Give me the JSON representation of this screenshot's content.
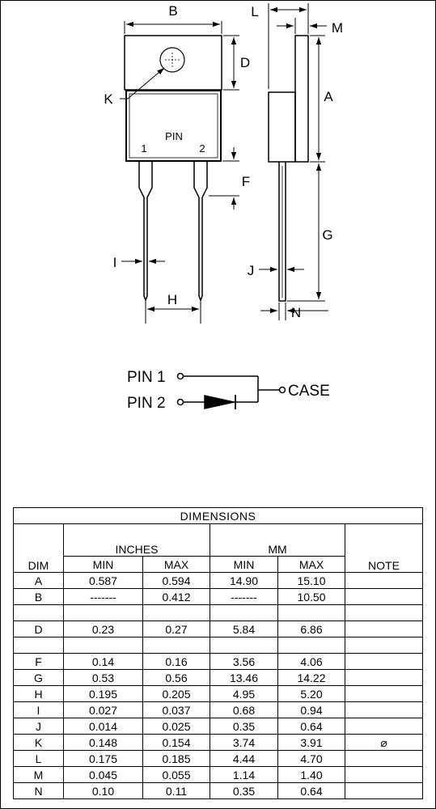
{
  "drawing": {
    "labels": {
      "B": "B",
      "L": "L",
      "M": "M",
      "D": "D",
      "K": "K",
      "A": "A",
      "F": "F",
      "G": "G",
      "I": "I",
      "J": "J",
      "H": "H",
      "N": "N"
    },
    "pin_text": "PIN",
    "pin_1": "1",
    "pin_2": "2"
  },
  "schematic": {
    "pin1_label": "PIN 1",
    "pin2_label": "PIN 2",
    "case_label": "CASE"
  },
  "table": {
    "title": "DIMENSIONS",
    "inches_header": "INCHES",
    "mm_header": "MM",
    "dim_header": "DIM",
    "note_header": "NOTE",
    "min_label": "MIN",
    "max_label": "MAX",
    "rows": [
      {
        "dim": "A",
        "in_min": "0.587",
        "in_max": "0.594",
        "mm_min": "14.90",
        "mm_max": "15.10",
        "note": ""
      },
      {
        "dim": "B",
        "in_min": "-------",
        "in_max": "0.412",
        "mm_min": "-------",
        "mm_max": "10.50",
        "note": ""
      },
      {
        "dim": "",
        "in_min": "",
        "in_max": "",
        "mm_min": "",
        "mm_max": "",
        "note": ""
      },
      {
        "dim": "D",
        "in_min": "0.23",
        "in_max": "0.27",
        "mm_min": "5.84",
        "mm_max": "6.86",
        "note": ""
      },
      {
        "dim": "",
        "in_min": "",
        "in_max": "",
        "mm_min": "",
        "mm_max": "",
        "note": ""
      },
      {
        "dim": "F",
        "in_min": "0.14",
        "in_max": "0.16",
        "mm_min": "3.56",
        "mm_max": "4.06",
        "note": ""
      },
      {
        "dim": "G",
        "in_min": "0.53",
        "in_max": "0.56",
        "mm_min": "13.46",
        "mm_max": "14.22",
        "note": ""
      },
      {
        "dim": "H",
        "in_min": "0.195",
        "in_max": "0.205",
        "mm_min": "4.95",
        "mm_max": "5.20",
        "note": ""
      },
      {
        "dim": "I",
        "in_min": "0.027",
        "in_max": "0.037",
        "mm_min": "0.68",
        "mm_max": "0.94",
        "note": ""
      },
      {
        "dim": "J",
        "in_min": "0.014",
        "in_max": "0.025",
        "mm_min": "0.35",
        "mm_max": "0.64",
        "note": ""
      },
      {
        "dim": "K",
        "in_min": "0.148",
        "in_max": "0.154",
        "mm_min": "3.74",
        "mm_max": "3.91",
        "note": "⌀"
      },
      {
        "dim": "L",
        "in_min": "0.175",
        "in_max": "0.185",
        "mm_min": "4.44",
        "mm_max": "4.70",
        "note": ""
      },
      {
        "dim": "M",
        "in_min": "0.045",
        "in_max": "0.055",
        "mm_min": "1.14",
        "mm_max": "1.40",
        "note": ""
      },
      {
        "dim": "N",
        "in_min": "0.10",
        "in_max": "0.11",
        "mm_min": "0.35",
        "mm_max": "0.64",
        "note": ""
      }
    ]
  }
}
